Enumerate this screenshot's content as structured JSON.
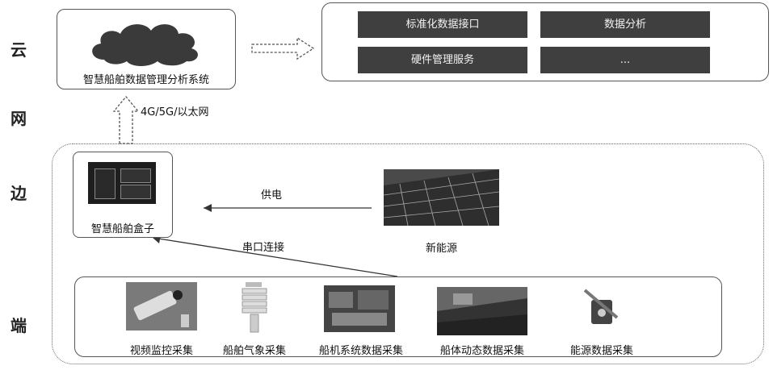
{
  "layers": {
    "cloud": "云",
    "network": "网",
    "edge": "边",
    "terminal": "端"
  },
  "cloud_system": {
    "label": "智慧船舶数据管理分析系统"
  },
  "services": [
    "标准化数据接口",
    "数据分析",
    "硬件管理服务",
    "..."
  ],
  "network_label": "4G/5G/以太网",
  "edge": {
    "box_label": "智慧船舶盒子",
    "power_label": "供电",
    "source_label": "新能源",
    "serial_label": "串口连接"
  },
  "devices": [
    "视频监控采集",
    "船舶气象采集",
    "船机系统数据采集",
    "船体动态数据采集",
    "能源数据采集"
  ]
}
